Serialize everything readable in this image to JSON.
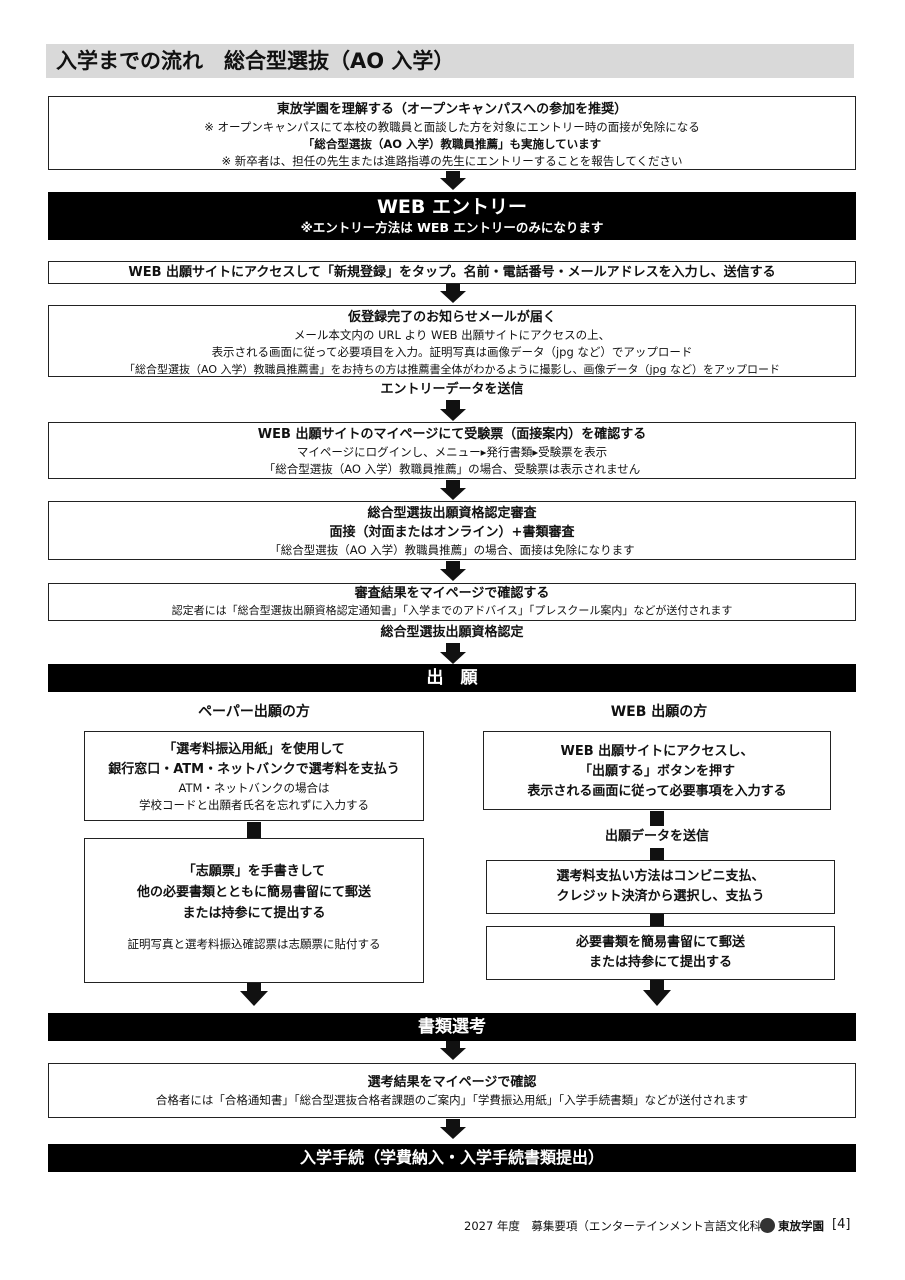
{
  "page_title": "入学までの流れ　総合型選抜（AO 入学）",
  "step1": {
    "heading": "東放学園を理解する（オープンキャンパスへの参加を推奨）",
    "notes": [
      "※ オープンキャンパスにて本校の教職員と面談した方を対象にエントリー時の面接が免除になる",
      "「総合型選抜（AO 入学）教職員推薦」も実施しています",
      "※ 新卒者は、担任の先生または進路指導の先生にエントリーすることを報告してください"
    ]
  },
  "web_entry": {
    "title": "WEB エントリー",
    "subtitle": "※エントリー方法は WEB エントリーのみになります"
  },
  "step2": "WEB 出願サイトにアクセスして「新規登録」をタップ。名前・電話番号・メールアドレスを入力し、送信する",
  "step3": {
    "heading": "仮登録完了のお知らせメールが届く",
    "lines": [
      "メール本文内の URL より WEB 出願サイトにアクセスの上、",
      "表示される画面に従って必要項目を入力。証明写真は画像データ（jpg など）でアップロード",
      "「総合型選抜（AO 入学）教職員推薦書」をお持ちの方は推薦書全体がわかるように撮影し、画像データ（jpg など）をアップロード"
    ]
  },
  "send_entry": "エントリーデータを送信",
  "step4": {
    "heading": "WEB 出願サイトのマイページにて受験票（面接案内）を確認する",
    "lines": [
      "マイページにログインし、メニュー▸発行書類▸受験票を表示",
      "「総合型選抜（AO 入学）教職員推薦」の場合、受験票は表示されません"
    ]
  },
  "step5": {
    "heading1": "総合型選抜出願資格認定審査",
    "heading2": "面接（対面またはオンライン）+書類審査",
    "line": "「総合型選抜（AO 入学）教職員推薦」の場合、面接は免除になります"
  },
  "step6": {
    "heading": "審査結果をマイページで確認する",
    "line": "認定者には「総合型選抜出願資格認定通知書」「入学までのアドバイス」「プレスクール案内」などが送付されます"
  },
  "qualified": "総合型選抜出願資格認定",
  "apply_bar": "出　願",
  "paper": {
    "title": "ペーパー出願の方",
    "box1_h1": "「選考料振込用紙」を使用して",
    "box1_h2": "銀行窓口・ATM・ネットバンクで選考料を支払う",
    "box1_n1": "ATM・ネットバンクの場合は",
    "box1_n2": "学校コードと出願者氏名を忘れずに入力する",
    "box2_h1": "「志願票」を手書きして",
    "box2_h2": "他の必要書類とともに簡易書留にて郵送",
    "box2_h3": "または持参にて提出する",
    "box2_n1": "証明写真と選考料振込確認票は志願票に貼付する"
  },
  "web": {
    "title": "WEB 出願の方",
    "box1_h1": "WEB 出願サイトにアクセスし、",
    "box1_h2": "「出願する」ボタンを押す",
    "box1_h3": "表示される画面に従って必要事項を入力する",
    "send": "出願データを送信",
    "box2_h1": "選考料支払い方法はコンビニ支払、",
    "box2_h2": "クレジット決済から選択し、支払う",
    "box3_h1": "必要書類を簡易書留にて郵送",
    "box3_h2": "または持参にて提出する"
  },
  "screening_bar": "書類選考",
  "result": {
    "heading": "選考結果をマイページで確認",
    "line": "合格者には「合格通知書」「総合型選抜合格者課題のご案内」「学費振込用紙」「入学手続書類」などが送付されます"
  },
  "final_bar": "入学手続（学費納入・入学手続書類提出）",
  "footer": {
    "text": "2027 年度　募集要項（エンターテインメント言語文化科）",
    "logo_text": "東放学園",
    "page": "[4]"
  }
}
